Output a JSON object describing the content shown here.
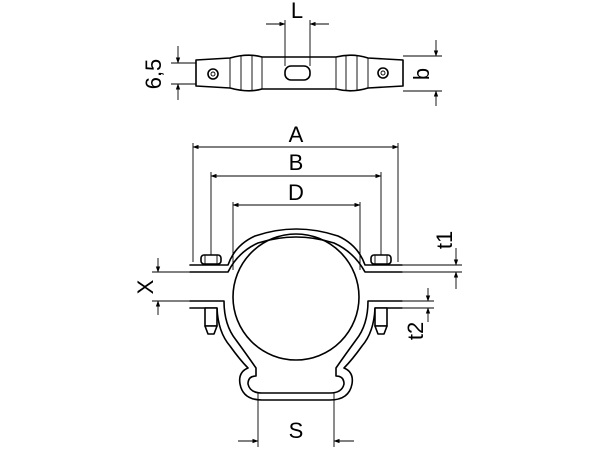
{
  "labels": {
    "L": "L",
    "b": "b",
    "thickness_6_5": "6,5",
    "A": "A",
    "B": "B",
    "D": "D",
    "t1": "t1",
    "X": "X",
    "t2": "t2",
    "S": "S"
  }
}
